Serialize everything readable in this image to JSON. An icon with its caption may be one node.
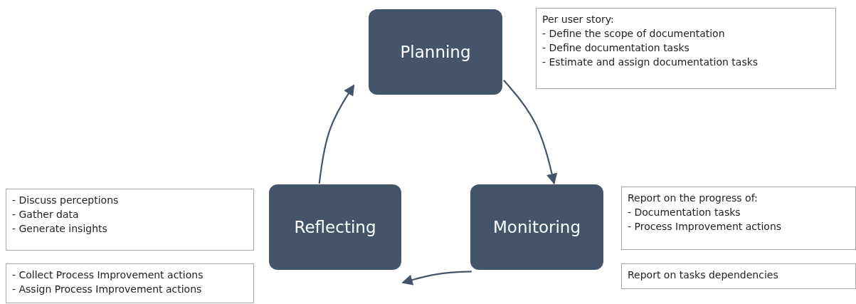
{
  "diagram": {
    "nodes": [
      {
        "text": [
          "Planning"
        ]
      },
      {
        "text": [
          "Per user story:",
          "- Define the scope of documentation",
          "- Define documentation tasks",
          "- Estimate and assign documentation tasks"
        ]
      },
      {
        "text": [
          "- Discuss perceptions",
          "- Gather data",
          "- Generate insights"
        ]
      },
      {
        "text": [
          "Reflecting"
        ]
      },
      {
        "text": [
          "Monitoring"
        ]
      },
      {
        "text": [
          "Report on the progress of:",
          "- Documentation tasks",
          "- Process Improvement actions"
        ]
      },
      {
        "text": [
          "- Collect Process Improvement actions",
          "- Assign Process Improvement actions"
        ]
      },
      {
        "text": [
          "Report on tasks dependencies"
        ]
      }
    ],
    "edges": [
      {
        "from": 0,
        "to": 4,
        "arrow": "to"
      },
      {
        "from": 4,
        "to": 3,
        "arrow": "to"
      },
      {
        "from": 3,
        "to": 0,
        "arrow": "to"
      }
    ]
  }
}
